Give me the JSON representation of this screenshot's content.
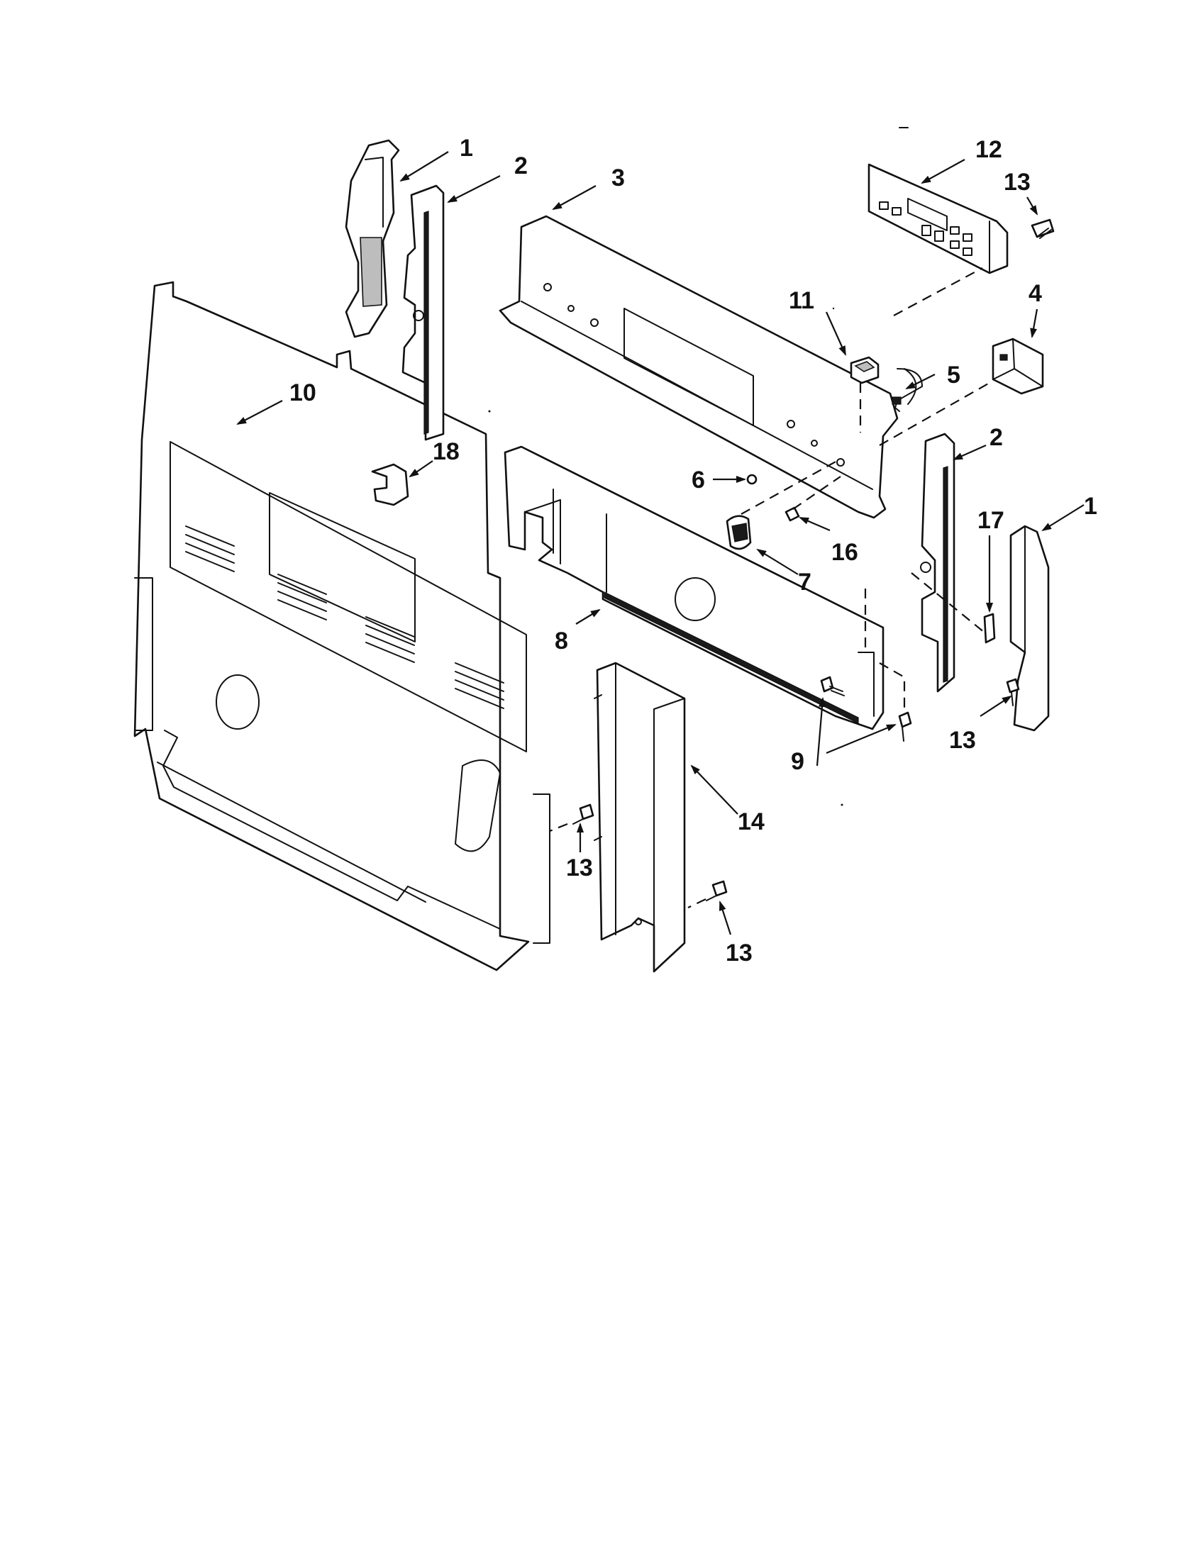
{
  "diagram": {
    "background": "#ffffff",
    "ink": "#111111",
    "callouts": [
      {
        "id": "c1a",
        "label": "1"
      },
      {
        "id": "c2a",
        "label": "2"
      },
      {
        "id": "c3",
        "label": "3"
      },
      {
        "id": "c12",
        "label": "12"
      },
      {
        "id": "c13a",
        "label": "13"
      },
      {
        "id": "c4",
        "label": "4"
      },
      {
        "id": "c11",
        "label": "11"
      },
      {
        "id": "c5",
        "label": "5"
      },
      {
        "id": "c10",
        "label": "10"
      },
      {
        "id": "c18",
        "label": "18"
      },
      {
        "id": "c6",
        "label": "6"
      },
      {
        "id": "c2b",
        "label": "2"
      },
      {
        "id": "c17",
        "label": "17"
      },
      {
        "id": "c1b",
        "label": "1"
      },
      {
        "id": "c16",
        "label": "16"
      },
      {
        "id": "c7",
        "label": "7"
      },
      {
        "id": "c8",
        "label": "8"
      },
      {
        "id": "c13b",
        "label": "13"
      },
      {
        "id": "c9",
        "label": "9"
      },
      {
        "id": "c14",
        "label": "14"
      },
      {
        "id": "c13c",
        "label": "13"
      },
      {
        "id": "c13d",
        "label": "13"
      }
    ]
  }
}
